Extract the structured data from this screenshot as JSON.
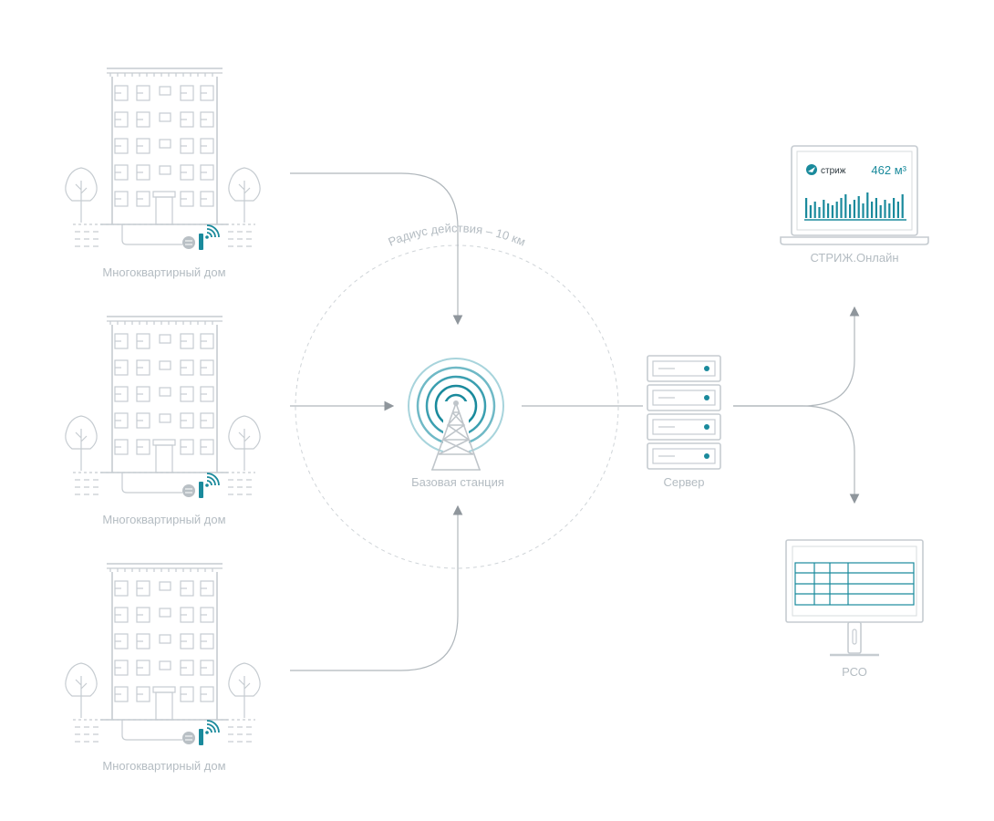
{
  "buildings": [
    {
      "label": "Многоквартирный дом"
    },
    {
      "label": "Многоквартирный дом"
    },
    {
      "label": "Многоквартирный дом"
    }
  ],
  "base_station": {
    "label": "Базовая станция"
  },
  "range_label": "Радиус действия – 10 км",
  "server": {
    "label": "Сервер"
  },
  "online": {
    "label": "СТРИЖ.Онлайн",
    "brand": "стриж",
    "reading": "462 м³"
  },
  "rso": {
    "label": "РСО"
  },
  "colors": {
    "line": "#c6ccd1",
    "arrow": "#8f969c",
    "accent": "#1a8a9c",
    "accent_light": "#8cc4cf"
  },
  "icons": [
    "building-icon",
    "tree-icon",
    "meter-icon",
    "signal-icon",
    "tower-icon",
    "server-icon",
    "laptop-icon",
    "monitor-icon",
    "logo-icon"
  ]
}
